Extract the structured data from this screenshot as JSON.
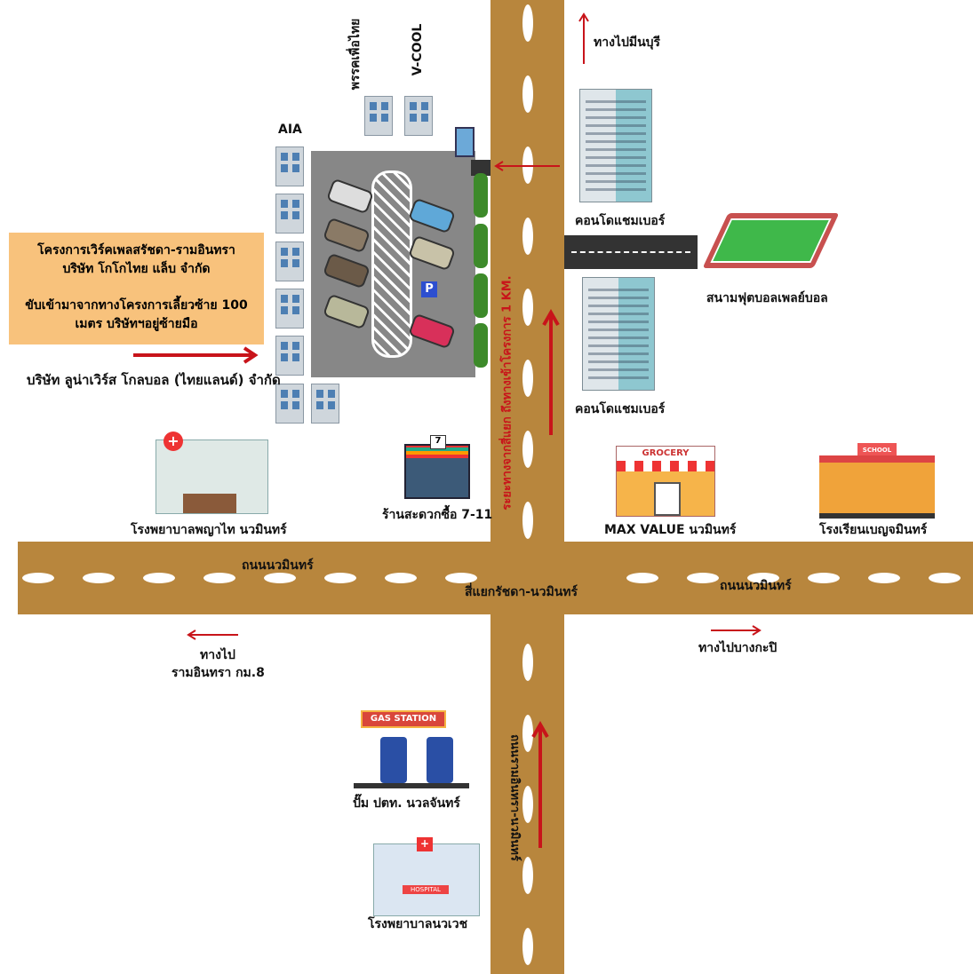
{
  "info_box": {
    "line1": "โครงการเวิร์คเพลสรัชดา-รามอินทรา",
    "line2": "บริษัท โกโกไทย แล็บ จำกัด",
    "line3": "ขับเข้ามาจากทางโครงการเลี้ยวซ้าย 100",
    "line4": "เมตร บริษัทฯอยู่ซ้ายมือ",
    "color": "#f8c27c"
  },
  "company_label": "บริษัท ลูน่าเวิร์ส โกลบอล (ไทยแลนด์) จำกัด",
  "buildings": {
    "aia": "AIA",
    "party": "พรรคเพื่อไทย",
    "vcool": "V-COOL"
  },
  "direction_minburi": "ทางไปมีนบุรี",
  "condo_1": "คอนโดแชมเบอร์",
  "condo_2": "คอนโดแชมเบอร์",
  "football": "สนามฟุตบอลเพลย์บอล",
  "distance_note": "ระยะทางจากสี่แยก ถึงทางเข้าโครงการ 1 KM.",
  "landmarks": {
    "hospital_phyathai": "โรงพยาบาลพญาไท นวมินทร์",
    "seven_eleven": "ร้านสะดวกซื้อ 7-11",
    "seven_sign": "7",
    "max_value": "MAX VALUE นวมินทร์",
    "grocery_sign": "GROCERY",
    "school": "โรงเรียนเบญจมินทร์",
    "school_sign": "SCHOOL",
    "gas_station": "ปั๊ม ปตท. นวลจันทร์",
    "gas_sign": "GAS STATION",
    "hospital_nawavej": "โรงพยาบาลนวเวช",
    "hospital_sign": "HOSPITAL"
  },
  "roads": {
    "nawamin_left": "ถนนนวมินทร์",
    "nawamin_right": "ถนนนวมินทร์",
    "intersection": "สี่แยกรัชดา-นวมินทร์",
    "ramintra_nawamin": "ถนนรามอินทรา-นวมินทร์",
    "road_color": "#b8863d"
  },
  "directions": {
    "left_1": "ทางไป",
    "left_2": "รามอินทรา กม.8",
    "right": "ทางไปบางกะปิ"
  },
  "parking_sign": "P",
  "arrow_color": "#c8141a"
}
